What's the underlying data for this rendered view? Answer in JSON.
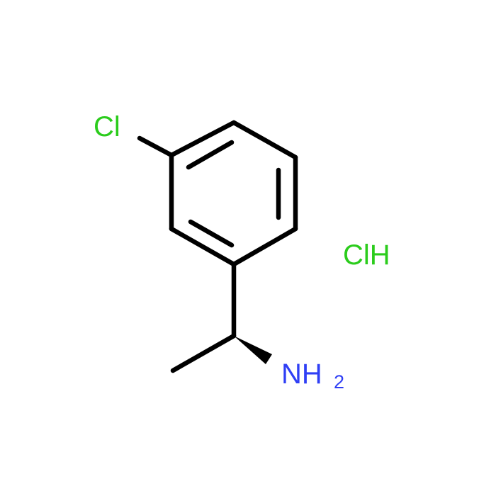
{
  "colors": {
    "background": "#ffffff",
    "bond": "#000000",
    "chlorine": "#2bcc1c",
    "nitrogen": "#2f3ff5"
  },
  "atoms": {
    "ring_chloro": "Cl",
    "amine_main": "NH",
    "amine_subscript": "2",
    "salt": "ClH"
  },
  "bonds": {
    "stereo_wedge": "solid-wedge"
  }
}
